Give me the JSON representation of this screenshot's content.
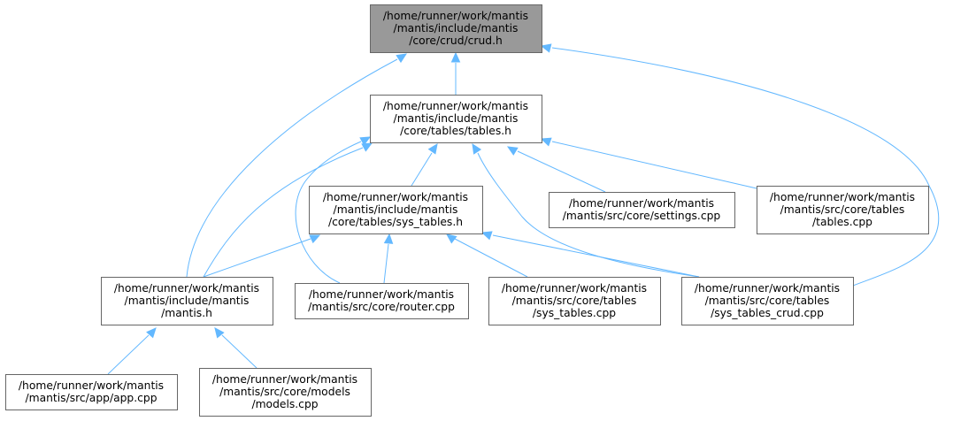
{
  "nodes": [
    {
      "id": "crud_h",
      "lines": [
        "/home/runner/work/mantis",
        "/mantis/include/mantis",
        "/core/crud/crud.h"
      ],
      "highlighted": true
    },
    {
      "id": "tables_h",
      "lines": [
        "/home/runner/work/mantis",
        "/mantis/include/mantis",
        "/core/tables/tables.h"
      ]
    },
    {
      "id": "sys_tables_h",
      "lines": [
        "/home/runner/work/mantis",
        "/mantis/include/mantis",
        "/core/tables/sys_tables.h"
      ]
    },
    {
      "id": "settings_cpp",
      "lines": [
        "/home/runner/work/mantis",
        "/mantis/src/core/settings.cpp"
      ]
    },
    {
      "id": "tables_cpp",
      "lines": [
        "/home/runner/work/mantis",
        "/mantis/src/core/tables",
        "/tables.cpp"
      ]
    },
    {
      "id": "mantis_h",
      "lines": [
        "/home/runner/work/mantis",
        "/mantis/include/mantis",
        "/mantis.h"
      ]
    },
    {
      "id": "router_cpp",
      "lines": [
        "/home/runner/work/mantis",
        "/mantis/src/core/router.cpp"
      ]
    },
    {
      "id": "sys_tables_cpp",
      "lines": [
        "/home/runner/work/mantis",
        "/mantis/src/core/tables",
        "/sys_tables.cpp"
      ]
    },
    {
      "id": "sys_tables_crud_cpp",
      "lines": [
        "/home/runner/work/mantis",
        "/mantis/src/core/tables",
        "/sys_tables_crud.cpp"
      ]
    },
    {
      "id": "app_cpp",
      "lines": [
        "/home/runner/work/mantis",
        "/mantis/src/app/app.cpp"
      ]
    },
    {
      "id": "models_cpp",
      "lines": [
        "/home/runner/work/mantis",
        "/mantis/src/core/models",
        "/models.cpp"
      ]
    }
  ],
  "edges": [
    {
      "from": "tables_h",
      "to": "crud_h"
    },
    {
      "from": "mantis_h",
      "to": "crud_h"
    },
    {
      "from": "sys_tables_crud_cpp",
      "to": "crud_h"
    },
    {
      "from": "sys_tables_h",
      "to": "tables_h"
    },
    {
      "from": "settings_cpp",
      "to": "tables_h"
    },
    {
      "from": "tables_cpp",
      "to": "tables_h"
    },
    {
      "from": "mantis_h",
      "to": "tables_h"
    },
    {
      "from": "router_cpp",
      "to": "tables_h"
    },
    {
      "from": "sys_tables_crud_cpp",
      "to": "tables_h"
    },
    {
      "from": "mantis_h",
      "to": "sys_tables_h"
    },
    {
      "from": "router_cpp",
      "to": "sys_tables_h"
    },
    {
      "from": "sys_tables_cpp",
      "to": "sys_tables_h"
    },
    {
      "from": "sys_tables_crud_cpp",
      "to": "sys_tables_h"
    },
    {
      "from": "app_cpp",
      "to": "mantis_h"
    },
    {
      "from": "models_cpp",
      "to": "mantis_h"
    }
  ],
  "colors": {
    "edge": "#63b8ff",
    "node_border": "#666666",
    "highlight_fill": "#999999",
    "node_fill": "#ffffff"
  }
}
